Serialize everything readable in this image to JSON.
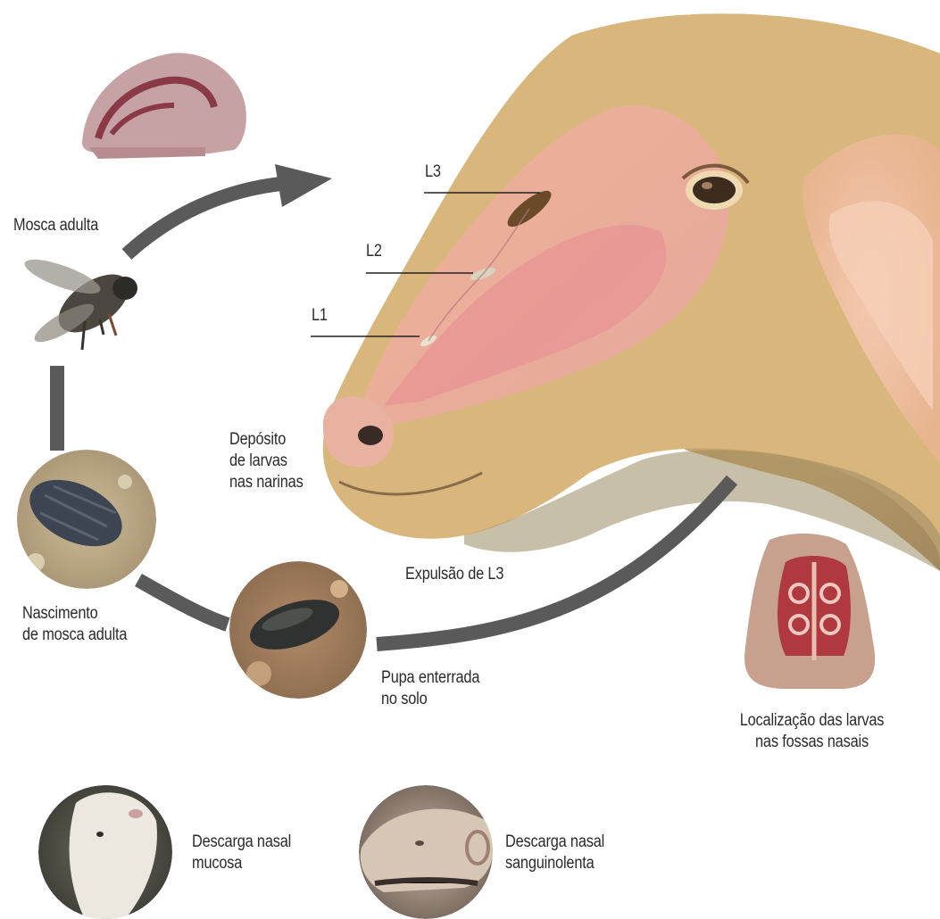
{
  "labels": {
    "adult_fly": "Mosca adulta",
    "larva_deposit": [
      "Depósito",
      "de larvas",
      "nas narinas"
    ],
    "l3_expulsion": "Expulsão de L3",
    "buried_pupa": [
      "Pupa enterrada",
      "no solo"
    ],
    "adult_emergence": [
      "Nascimento",
      "de mosca adulta"
    ],
    "larvae_location": [
      "Localização das larvas",
      "nas fossas nasais"
    ],
    "mucous_discharge": [
      "Descarga nasal",
      "mucosa"
    ],
    "bloody_discharge": [
      "Descarga nasal",
      "sanguinolenta"
    ],
    "stage_l1": "L1",
    "stage_l2": "L2",
    "stage_l3": "L3"
  },
  "colors": {
    "cycle_arrow": "#5a5a5a",
    "sheep_wool": "#e8cf9a",
    "sinus_pink": "#e88a92",
    "larva_l3": "#6b4a2a"
  },
  "icons": [
    "sheep-head-illustration",
    "skull-icon",
    "fly-icon",
    "emerging-fly-photo",
    "pupa-photo",
    "nasal-cavity-photo",
    "mucous-sheep-photo",
    "bloody-sheep-photo"
  ]
}
